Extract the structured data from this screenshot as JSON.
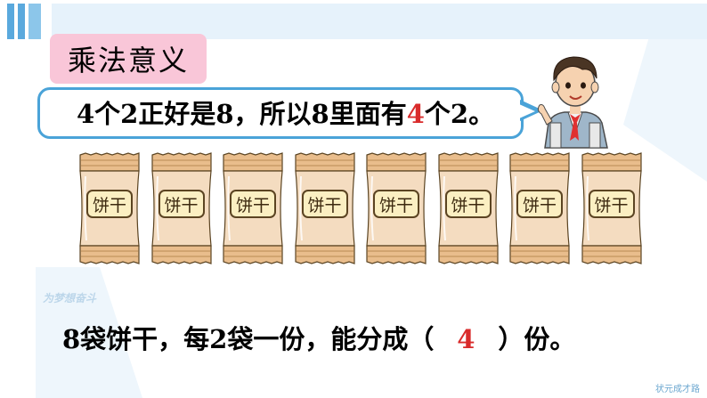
{
  "colors": {
    "accent": "#5aa9dd",
    "tag": "#f9c6d8",
    "bubble_border": "#4aa3d8",
    "highlight": "#d92b2b",
    "bag": "#eec79a"
  },
  "header": {
    "title": "乘法意义"
  },
  "speech": {
    "part1": "4个2正好是8，所以8里面有",
    "highlight": "4",
    "part2": "个2。"
  },
  "bags": {
    "count": 8,
    "label": "饼干"
  },
  "icons": {
    "character": "boy-teacher-icon",
    "bag": "cookie-bag-icon"
  },
  "watermark": "为梦想奋斗",
  "question": {
    "before": "8袋饼干，每2袋一份，能分成（",
    "answer": "4",
    "after": "）份。"
  },
  "corner_mark": "状元成才路"
}
